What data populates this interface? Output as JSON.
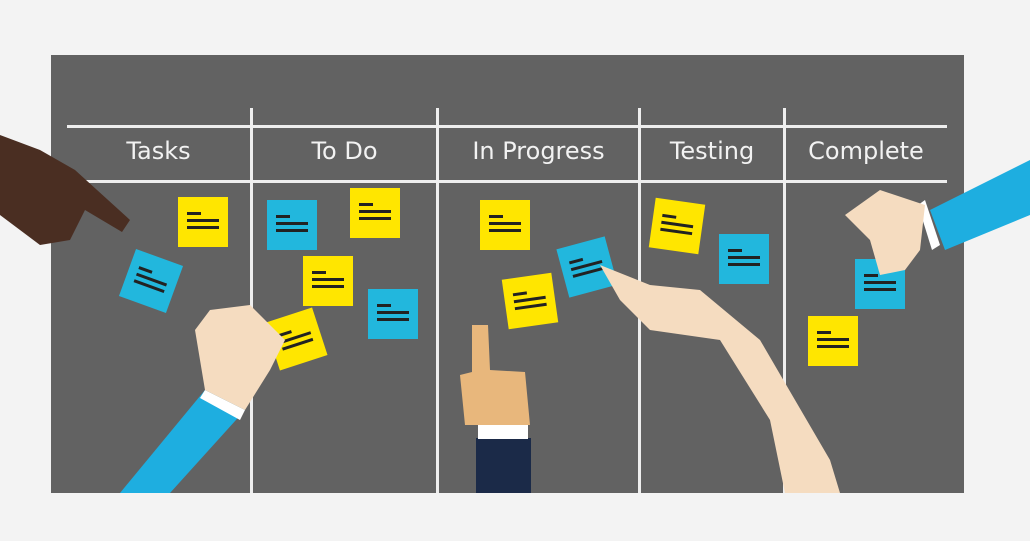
{
  "board": {
    "columns": [
      "Tasks",
      "To Do",
      "In Progress",
      "Testing",
      "Complete"
    ]
  },
  "colors": {
    "board": "#626262",
    "yellow_note": "#ffe600",
    "blue_note": "#22b7dd"
  }
}
